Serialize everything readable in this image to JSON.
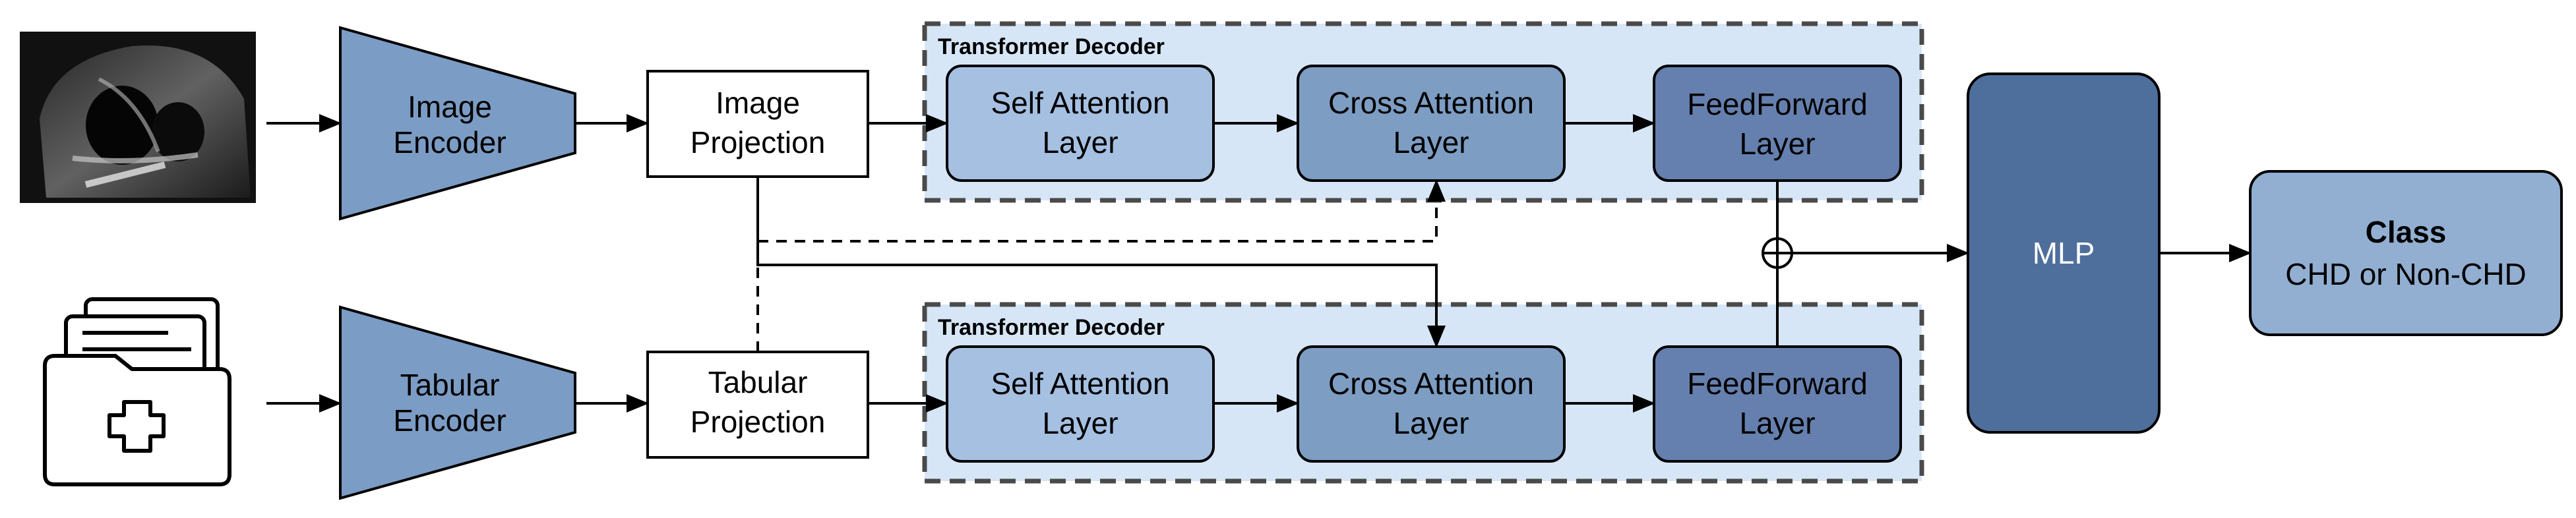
{
  "image_encoder": {
    "line1": "Image",
    "line2": "Encoder"
  },
  "tabular_encoder": {
    "line1": "Tabular",
    "line2": "Encoder"
  },
  "image_projection": {
    "line1": "Image",
    "line2": "Projection"
  },
  "tabular_projection": {
    "line1": "Tabular",
    "line2": "Projection"
  },
  "decoder_top": {
    "title": "Transformer Decoder",
    "self_attention": {
      "line1": "Self Attention",
      "line2": "Layer"
    },
    "cross_attention": {
      "line1": "Cross Attention",
      "line2": "Layer"
    },
    "feedforward": {
      "line1": "FeedForward",
      "line2": "Layer"
    }
  },
  "decoder_bottom": {
    "title": "Transformer Decoder",
    "self_attention": {
      "line1": "Self Attention",
      "line2": "Layer"
    },
    "cross_attention": {
      "line1": "Cross Attention",
      "line2": "Layer"
    },
    "feedforward": {
      "line1": "FeedForward",
      "line2": "Layer"
    }
  },
  "mlp": {
    "label": "MLP"
  },
  "class_box": {
    "title": "Class",
    "subtitle": "CHD or Non-CHD"
  },
  "colors": {
    "encoder": "#7b9cc4",
    "self_attention": "#a6c0e2",
    "cross_attention": "#7d9dc3",
    "feedforward": "#6580ae",
    "decoder_bg": "#d6e6f7",
    "mlp": "#4e6f9b",
    "class_box": "#92afd2"
  },
  "icons": [
    "ultrasound-image-icon",
    "medical-folder-icon"
  ]
}
